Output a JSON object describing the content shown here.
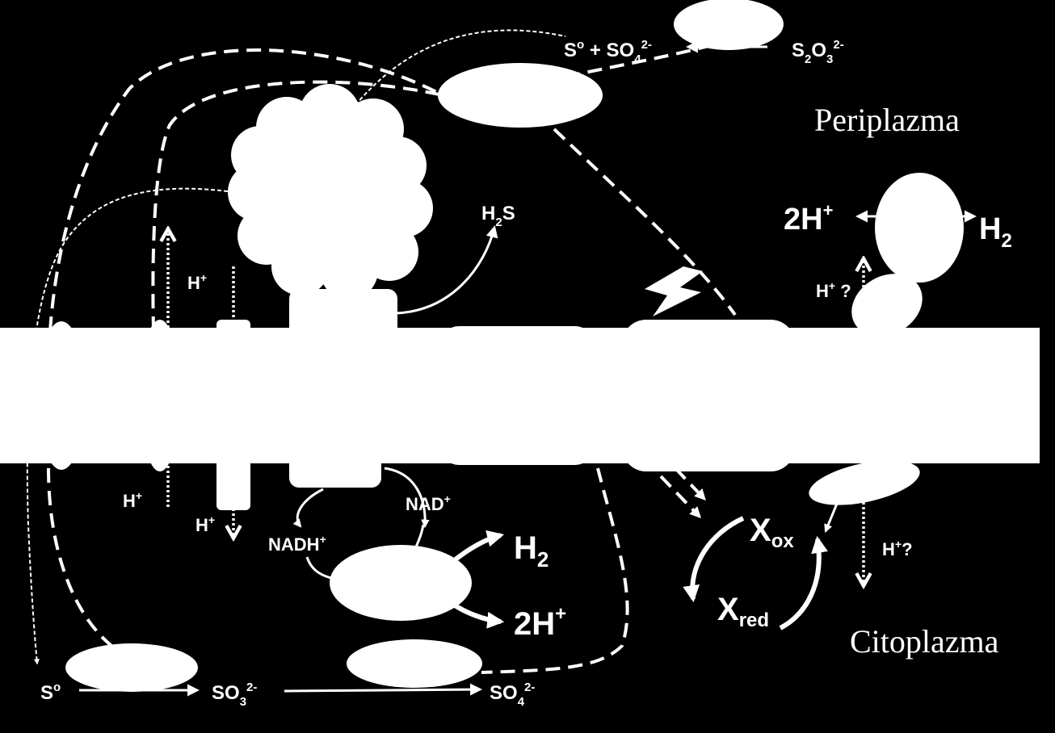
{
  "compartments": {
    "periplasm": "Periplazma",
    "cytoplasm": "Citoplazma"
  },
  "species": {
    "s0_top": "S",
    "s0_top_sup": "o",
    "plus": " + SO",
    "so4_sub": "4",
    "so4_sup": "2-",
    "s2o3_a": "S",
    "s2o3_sub1": "2",
    "s2o3_b": "O",
    "s2o3_sub2": "3",
    "s2o3_sup": "2-",
    "h2s_a": "H",
    "h2s_sub": "2",
    "h2s_b": "S",
    "h2_top": "H",
    "h2_top_sub": "2",
    "two_hplus_top": "2H",
    "two_hplus_top_sup": "+",
    "hplus_q_top": "H",
    "hplus_q_top_sup": "+",
    "hplus_q_top_tail": " ?",
    "hplus_peri": "H",
    "hplus_peri_sup": "+",
    "hplus_cyto1": "H",
    "hplus_cyto1_sup": "+",
    "hplus_cyto2": "H",
    "hplus_cyto2_sup": "+",
    "hplus_cyto_q": "H",
    "hplus_cyto_q_sup": "+",
    "hplus_cyto_q_tail": "?",
    "nadh": "NADH",
    "nadh_sup": "+",
    "nad": "NAD",
    "nad_sup": "+",
    "h2_bottom": "H",
    "h2_bottom_sub": "2",
    "two_hplus_bottom": "2H",
    "two_hplus_bottom_sup": "+",
    "xox": "X",
    "xox_sub": "ox",
    "xred": "X",
    "xred_sub": "red",
    "s0_bottom": "S",
    "s0_bottom_sup": "o",
    "so3": "SO",
    "so3_sub": "3",
    "so3_sup": "2-",
    "so4_bottom": "SO",
    "so4_bottom_sub": "4",
    "so4_bottom_sup": "2-"
  }
}
